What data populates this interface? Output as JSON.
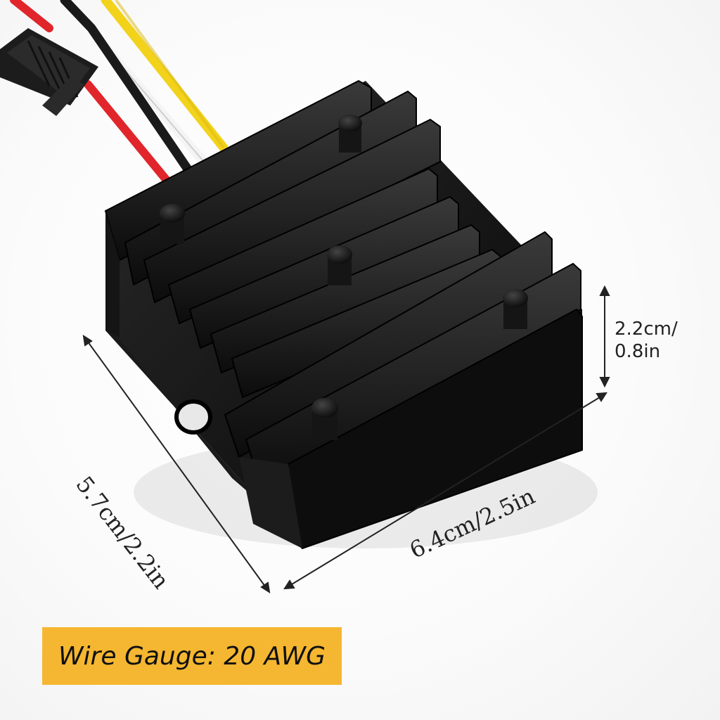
{
  "product": {
    "icon": "dc-converter-heatsink-icon"
  },
  "dimensions": {
    "height_line1": "2.2cm/",
    "height_line2": "0.8in",
    "width": "5.7cm/2.2in",
    "length": "6.4cm/2.5in"
  },
  "banner": {
    "text": "Wire Gauge: 20 AWG",
    "color": "#F5B731"
  },
  "colors": {
    "housing": "#111111",
    "wire_red": "#E0262B",
    "wire_black": "#1A1A1A",
    "wire_yellow": "#F2D21B",
    "wire_white": "#F4F4F4"
  }
}
